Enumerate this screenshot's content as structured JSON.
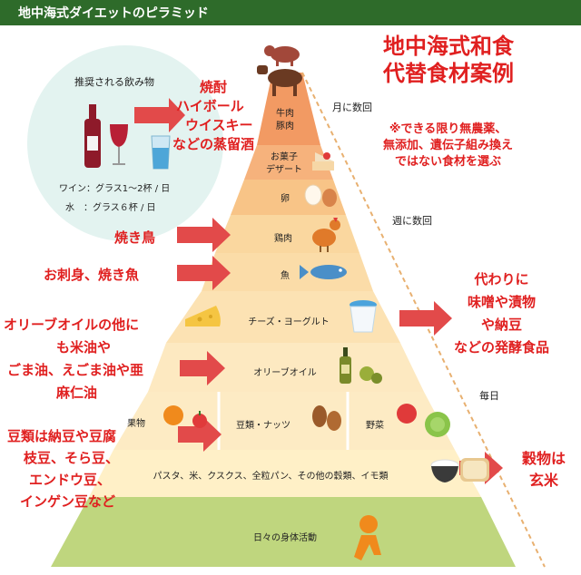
{
  "header_title": "地中海式ダイエットのピラミッド",
  "title_lines": [
    "地中海式和食",
    "代替食材案例"
  ],
  "note_lines": [
    "※できる限り無農薬、",
    "無添加、遺伝子組み換え",
    "ではない食材を選ぶ"
  ],
  "drinks": {
    "title": "推奨される飲み物",
    "wine": "ワイン：グラス1〜2杯 / 日",
    "water": "水　：グラス６杯 / 日"
  },
  "frequency": {
    "monthly": "月に数回",
    "weekly": "週に数回",
    "daily": "毎日"
  },
  "tiers": {
    "beef_pork_1": "牛肉",
    "beef_pork_2": "豚肉",
    "sweets_1": "お菓子",
    "sweets_2": "デザート",
    "egg": "卵",
    "chicken": "鶏肉",
    "fish": "魚",
    "cheese": "チーズ・ヨーグルト",
    "olive_oil": "オリーブオイル",
    "fruit": "果物",
    "beans": "豆類・ナッツ",
    "vegetables": "野菜",
    "grains": "パスタ、米、クスクス、全粒パン、その他の穀類、イモ類",
    "activity": "日々の身体活動"
  },
  "alt_distilled": [
    "焼酎",
    "ハイボール",
    "ウイスキー",
    "などの蒸留酒"
  ],
  "alt_chicken": "焼き鳥",
  "alt_fish": "お刺身、焼き魚",
  "alt_fermented": [
    "代わりに",
    "味噌や漬物",
    "や納豆",
    "などの発酵食品"
  ],
  "alt_oil": [
    "オリーブオイルの他に",
    "も米油や",
    "ごま油、えごま油や亜",
    "麻仁油"
  ],
  "alt_beans": [
    "豆類は納豆や豆腐",
    "枝豆、そら豆、",
    "エンドウ豆、",
    "インゲン豆など"
  ],
  "alt_grain": [
    "穀物は",
    "玄米"
  ],
  "colors": {
    "header": "#2e6b2a",
    "tier_meat": "#f29a63",
    "tier_sweets": "#f6b27c",
    "tier_egg": "#f8c487",
    "tier_mid": "#fad79f",
    "tier_light": "#fce6bb",
    "tier_grain": "#fff0c7",
    "tier_activity": "#bfd67e",
    "arrow": "#e24a4a",
    "accent_text": "#e02020",
    "drinks_circle": "#e3f3f0"
  }
}
